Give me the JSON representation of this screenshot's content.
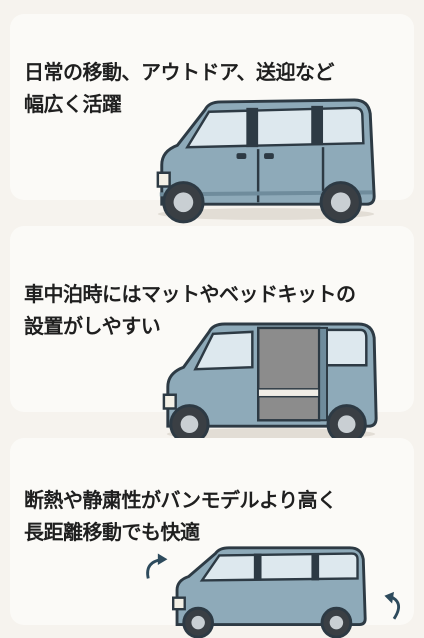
{
  "panels": [
    {
      "headline_line1": "日常の移動、アウトドア、送迎など",
      "headline_line2": "幅広く活躍"
    },
    {
      "headline_line1": "車中泊時にはマットやベッドキットの",
      "headline_line2": "設置がしやすい"
    },
    {
      "headline_line1": "断熱や静粛性がバンモデルより高く",
      "headline_line2": "長距離移動でも快適"
    }
  ],
  "colors": {
    "body": "#8eaab9",
    "body_dark": "#6f8c9c",
    "window": "#dde8ee",
    "outline": "#2d3a44",
    "tire": "#3a3f44",
    "wheel": "#c9cfd3",
    "bed": "#8c8c8c",
    "arrow": "#2d4a5c"
  }
}
